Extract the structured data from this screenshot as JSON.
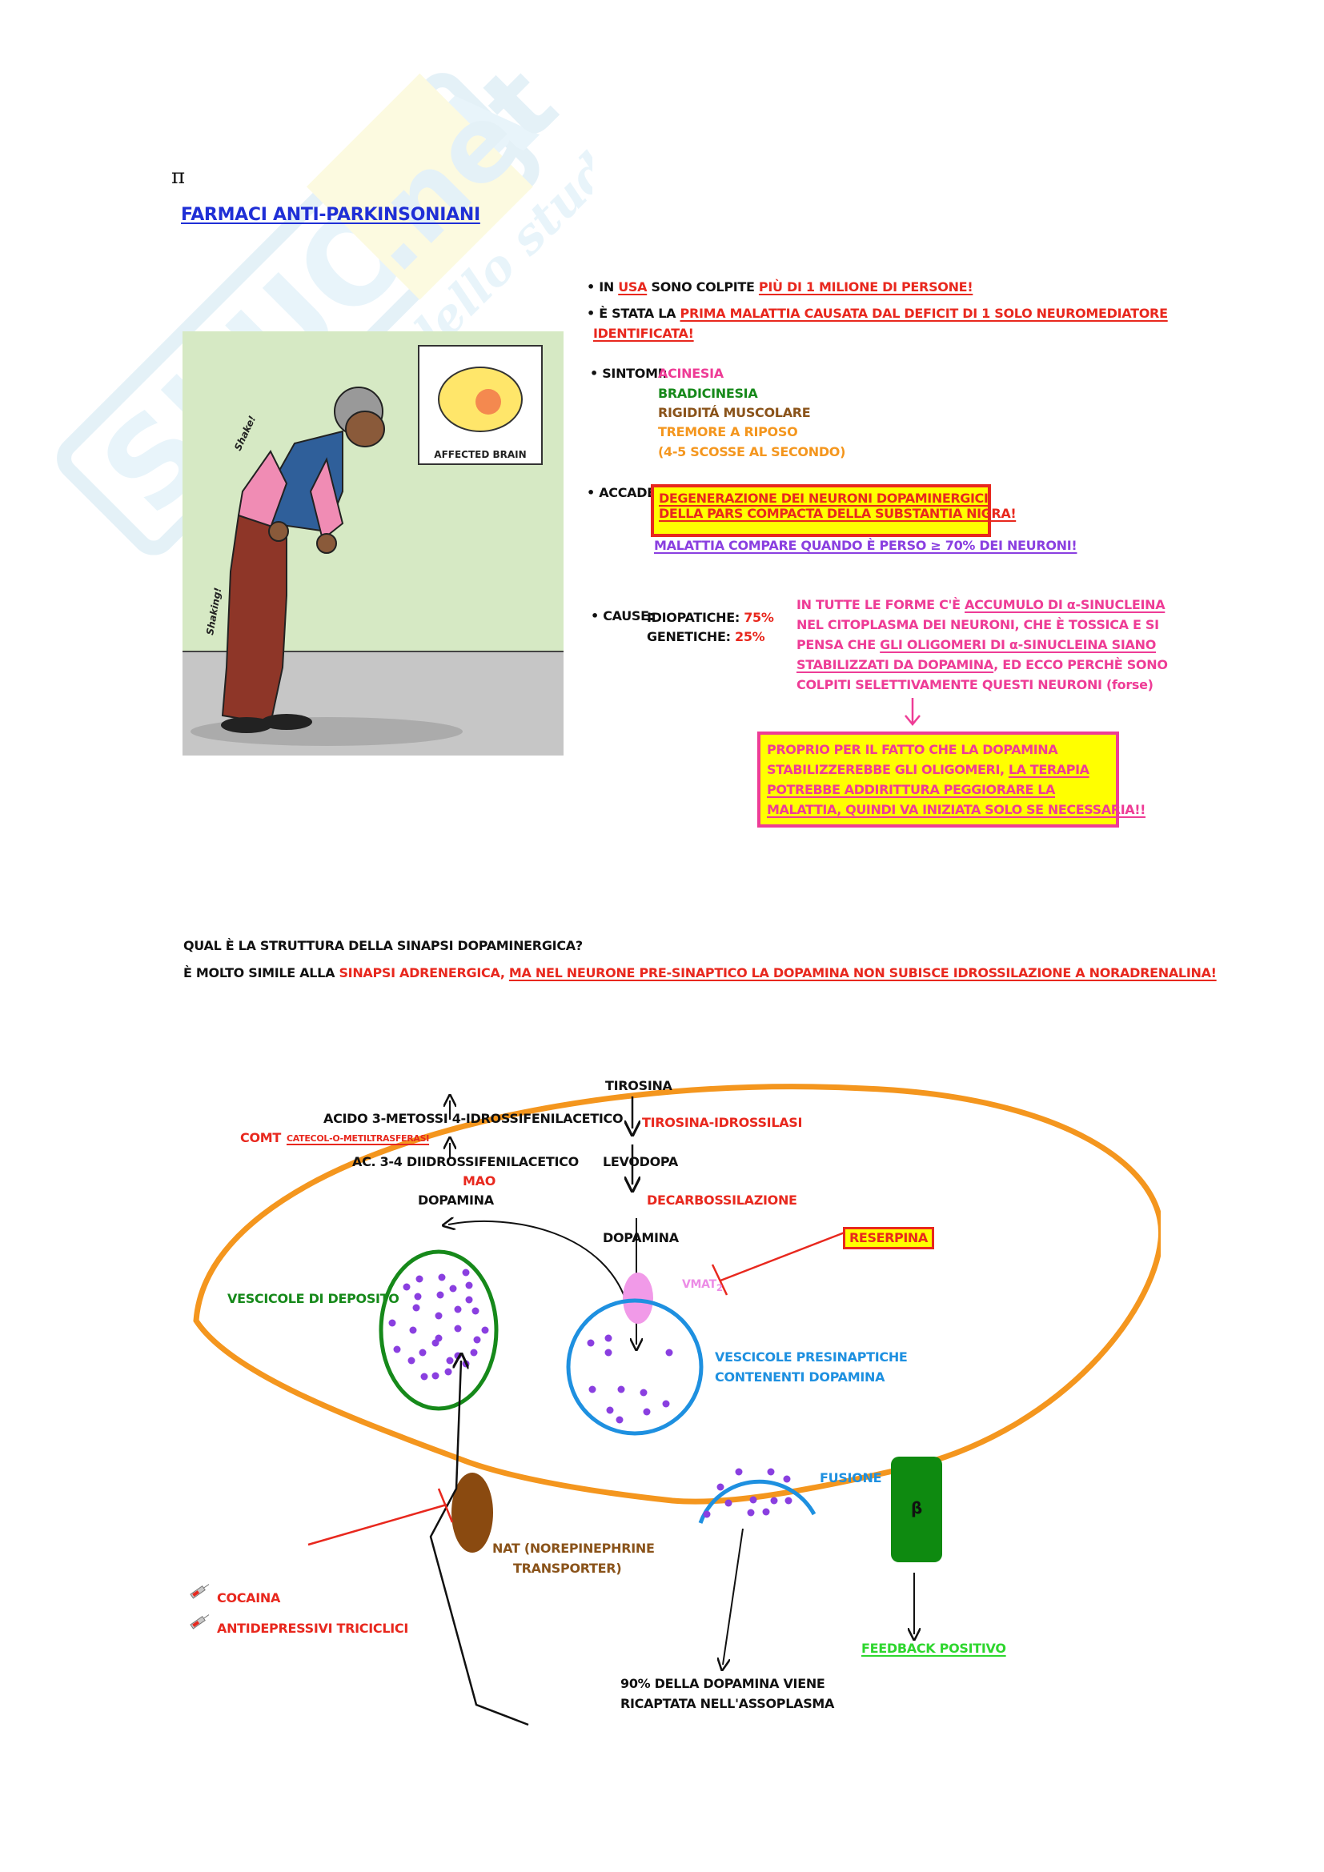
{
  "page": {
    "symbol": "π",
    "title": "FARMACI ANTI-PARKINSONIANI",
    "watermark": {
      "brand": "SKUOLA.net",
      "tagline": "il portale dello studente"
    }
  },
  "illustration": {
    "sign_label": "AFFECTED BRAIN",
    "shake_labels": [
      "Shake!",
      "Shaking!"
    ]
  },
  "facts": {
    "usa": {
      "prefix": "IN ",
      "country": "USA",
      "middle": " SONO COLPITE ",
      "highlight": "PIÙ DI 1 MILIONE DI PERSONE!"
    },
    "first": {
      "prefix": "È STATA LA ",
      "highlight_line1": "PRIMA MALATTIA CAUSATA DAL DEFICIT DI 1 SOLO NEUROMEDIATORE",
      "highlight_line2": "IDENTIFICATA!"
    }
  },
  "symptoms": {
    "label": "SINTOMI:",
    "items": [
      {
        "text": "ACINESIA",
        "color": "#ee3c96"
      },
      {
        "text": "BRADICINESIA",
        "color": "#16891a"
      },
      {
        "text": "RIGIDITÁ MUSCOLARE",
        "color": "#8a531a"
      },
      {
        "text": "TREMORE A RIPOSO",
        "color": "#f4961e"
      },
      {
        "text": "(4-5 SCOSSE AL SECONDO)",
        "color": "#f4961e"
      }
    ]
  },
  "occurs": {
    "label": "ACCADE:",
    "box_line1": "DEGENERAZIONE DEI NEURONI DOPAMINERGICI",
    "box_line2": "DELLA PARS COMPACTA DELLA SUBSTANTIA NIGRA!",
    "note": "MALATTIA COMPARE QUANDO È PERSO ≥ 70% DEI NEURONI!"
  },
  "causes": {
    "label": "CAUSE:",
    "items": [
      {
        "name": "IDIOPATICHE:",
        "value": "75%"
      },
      {
        "name": "GENETICHE:",
        "value": "25%"
      }
    ],
    "explanation": [
      [
        "IN TUTTE LE FORME C'È ",
        "ACCUMULO DI α-SINUCLEINA"
      ],
      [
        "NEL CITOPLASMA DEI NEURONI, CHE È TOSSICA E SI",
        ""
      ],
      [
        "PENSA CHE ",
        "GLI OLIGOMERI DI α-SINUCLEINA SIANO"
      ],
      [
        "",
        "STABILIZZATI DA DOPAMINA",
        ", ED ECCO PERCHÈ SONO"
      ],
      [
        "COLPITI SELETTIVAMENTE QUESTI NEURONI (forse)",
        ""
      ]
    ],
    "exp": {
      "l1a": "IN TUTTE LE FORME C'È ",
      "l1b": "ACCUMULO DI α-SINUCLEINA",
      "l2": "NEL CITOPLASMA DEI NEURONI, CHE È TOSSICA E SI",
      "l3a": "PENSA CHE ",
      "l3b": "GLI OLIGOMERI DI α-SINUCLEINA SIANO",
      "l4a": "STABILIZZATI DA DOPAMINA",
      "l4b": ", ED ECCO PERCHÈ SONO",
      "l5": "COLPITI SELETTIVAMENTE QUESTI NEURONI (forse)"
    },
    "warning": {
      "l1": "PROPRIO PER IL FATTO CHE LA DOPAMINA",
      "l2a": "STABILIZZEREBBE GLI OLIGOMERI, ",
      "l2b": "LA TERAPIA",
      "l3": "POTREBBE ADDIRITTURA PEGGIORARE LA",
      "l4": "MALATTIA, QUINDI VA INIZIATA SOLO SE NECESSARIA!!"
    }
  },
  "synapse": {
    "question": "QUAL È LA STRUTTURA DELLA SINAPSI DOPAMINERGICA?",
    "answer_prefix": "È MOLTO SIMILE ALLA ",
    "answer_red": "SINAPSI ADRENERGICA, ",
    "answer_underlined": "MA NEL NEURONE PRE-SINAPTICO LA DOPAMINA NON SUBISCE IDROSSILAZIONE A NORADRENALINA!"
  },
  "diagram": {
    "metabolism": {
      "acid_methoxy": "ACIDO 3-METOSSI 4-IDROSSIFENILACETICO",
      "comt": "COMT",
      "comt_full": "CATECOL-O-METILTRASFERASI",
      "acid_dihydroxy": "AC. 3-4 DIIDROSSIFENILACETICO",
      "mao": "MAO",
      "dopamine": "DOPAMINA"
    },
    "synthesis": {
      "tyrosine": "TIROSINA",
      "tyrosine_hydroxylase": "TIROSINA-IDROSSILASI",
      "levodopa": "LEVODOPA",
      "decarboxylation": "DECARBOSSILAZIONE",
      "dopamine": "DOPAMINA"
    },
    "reserpine": "RESERPINA",
    "vmat": "VMAT",
    "vmat_sub": "2",
    "storage_vesicles": "VESCICOLE DI DEPOSITO",
    "presynaptic_vesicles_l1": "VESCICOLE PRESINAPTICHE",
    "presynaptic_vesicles_l2": "CONTENENTI DOPAMINA",
    "fusion": "FUSIONE",
    "beta": "β",
    "feedback": "FEEDBACK POSITIVO",
    "nat_l1": "NAT (NOREPINEPHRINE",
    "nat_l2": "TRANSPORTER)",
    "drugs": [
      "COCAINA",
      "ANTIDEPRESSIVI TRICICLICI"
    ],
    "reuptake_l1": "90% DELLA DOPAMINA VIENE",
    "reuptake_l2": "RICAPTATA NELL'ASSOPLASMA"
  },
  "colors": {
    "title_blue": "#1f2fd6",
    "red": "#e8281e",
    "membrane_orange": "#f4961e",
    "vesicle_green": "#16891a",
    "vesicle_blue": "#1e90e0",
    "dot_purple": "#8a3fe0",
    "nat_brown": "#8a4a10",
    "receptor_green": "#0e8a10",
    "highlight_yellow": "#ffff00"
  }
}
